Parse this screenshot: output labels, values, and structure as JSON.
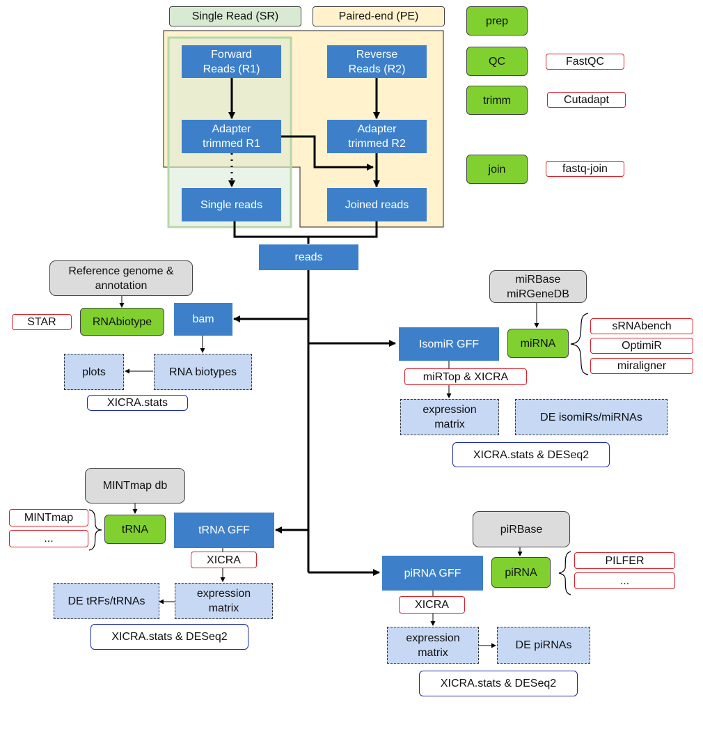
{
  "legend": {
    "sr": "Single Read (SR)",
    "pe": "Paired-end (PE)"
  },
  "nodes": {
    "forward": "Forward\nReads (R1)",
    "reverse": "Reverse\nReads (R2)",
    "adapter1": "Adapter\ntrimmed R1",
    "adapter2": "Adapter\ntrimmed R2",
    "single": "Single reads",
    "joined": "Joined reads",
    "reads": "reads",
    "bam": "bam",
    "isomir_gff": "IsomiR GFF",
    "trna_gff": "tRNA GFF",
    "pirna_gff": "piRNA GFF"
  },
  "steps": {
    "prep": "prep",
    "qc": "QC",
    "trimm": "trimm",
    "join": "join",
    "rnabiotype": "RNAbiotype",
    "mirna": "miRNA",
    "trna": "tRNA",
    "pirna": "piRNA"
  },
  "tools": {
    "fastqc": "FastQC",
    "cutadapt": "Cutadapt",
    "fastq_join": "fastq-join",
    "star": "STAR",
    "srnabench": "sRNAbench",
    "optimir": "OptimiR",
    "miraligner": "miraligner",
    "mirtop_xicra": "miRTop & XICRA",
    "mintmap": "MINTmap",
    "mintmap_more": "...",
    "xicra_trna": "XICRA",
    "pilfer": "PILFER",
    "pirna_more": "...",
    "xicra_pirna": "XICRA"
  },
  "databases": {
    "reference": "Reference genome &\nannotation",
    "mirbase": "miRBase\nmiRGeneDB",
    "mintmap_db": "MINTmap db",
    "pirbase": "piRBase"
  },
  "outputs": {
    "plots": "plots",
    "rna_biotypes": "RNA biotypes",
    "expr_mirna": "expression\nmatrix",
    "de_isomirs": "DE isomiRs/miRNAs",
    "expr_trna": "expression\nmatrix",
    "de_trfs": "DE tRFs/tRNAs",
    "expr_pirna": "expression\nmatrix",
    "de_pirnas": "DE piRNAs"
  },
  "stats": {
    "xicra_stats": "XICRA.stats",
    "stats_mirna": "XICRA.stats & DESeq2",
    "stats_trna": "XICRA.stats & DESeq2",
    "stats_pirna": "XICRA.stats & DESeq2"
  },
  "colors": {
    "process": "#3d80c9",
    "step": "#80d02f",
    "database": "#dcdcdc",
    "output": "#c6d8f4",
    "tool_border": "#d9202a",
    "stats_border": "#1a2aa8",
    "sr_region": "#d9ead3",
    "pe_region": "#fff2cc"
  }
}
